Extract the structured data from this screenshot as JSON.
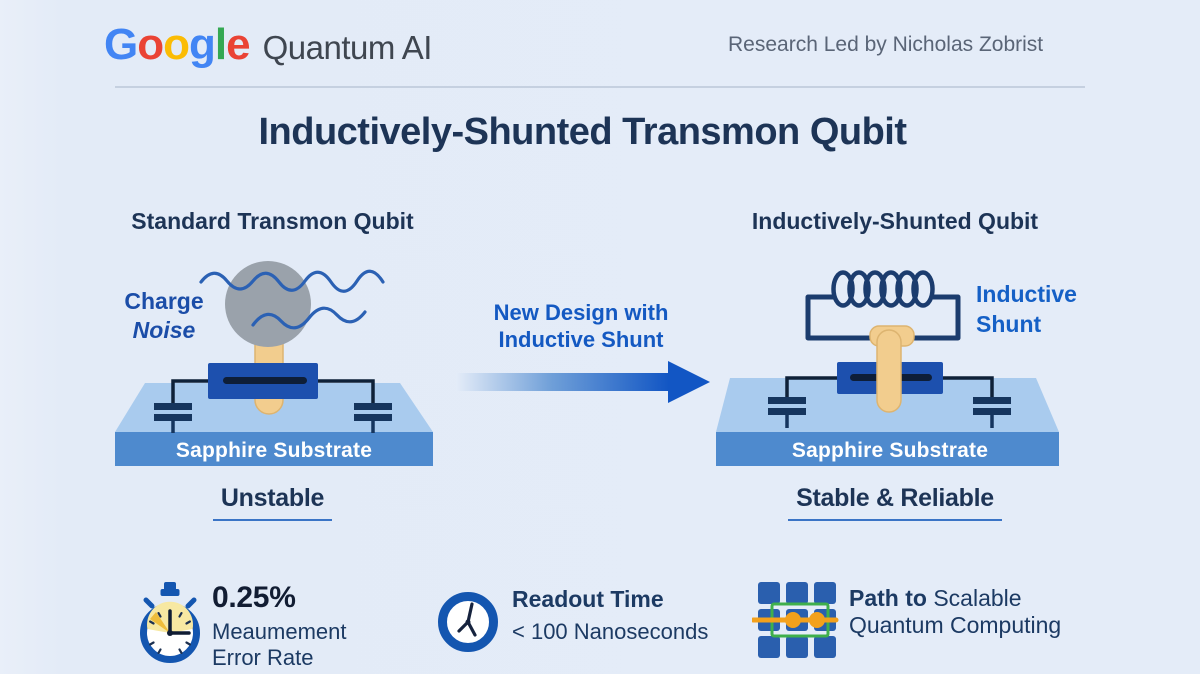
{
  "colors": {
    "background": "#e4ecf8",
    "navy_text": "#1d3456",
    "blue_label": "#1459c2",
    "google_blue": "#4285F4",
    "google_red": "#EA4335",
    "google_yellow": "#FBBC05",
    "google_green": "#34A853",
    "substrate_top": "#a9cbee",
    "substrate_front": "#4e8ace",
    "junction_blue": "#1d50ae",
    "pad_tan": "#f2cd8e",
    "noise_gray": "#9aa2ab",
    "wire_dark": "#0e2138",
    "arrow_blue": "#1256c4",
    "icon_blue": "#1456b0",
    "accent_yellow": "#f7e8a2",
    "chip_green": "#3faf4c",
    "chip_orange": "#f3a11c"
  },
  "header": {
    "logo_letters": [
      {
        "ch": "G",
        "color": "#4285F4"
      },
      {
        "ch": "o",
        "color": "#EA4335"
      },
      {
        "ch": "o",
        "color": "#FBBC05"
      },
      {
        "ch": "g",
        "color": "#4285F4"
      },
      {
        "ch": "l",
        "color": "#34A853"
      },
      {
        "ch": "e",
        "color": "#EA4335"
      }
    ],
    "logo_suffix": "Quantum AI",
    "byline": "Research Led by Nicholas Zobrist"
  },
  "title": "Inductively-Shunted Transmon Qubit",
  "left_panel": {
    "heading": "Standard Transmon Qubit",
    "noise_line1": "Charge",
    "noise_line2": "Noise",
    "substrate_label": "Sapphire Substrate",
    "status": "Unstable"
  },
  "transition": {
    "line1": "New Design with",
    "line2": "Inductive Shunt"
  },
  "right_panel": {
    "heading": "Inductively-Shunted Qubit",
    "shunt_line1": "Inductive",
    "shunt_line2": "Shunt",
    "substrate_label": "Sapphire Substrate",
    "status": "Stable & Reliable"
  },
  "stats": [
    {
      "icon": "stopwatch-icon",
      "value": "0.25%",
      "line1": "Meaumement",
      "line2": "Error Rate"
    },
    {
      "icon": "clock-icon",
      "line1": "Readout Time",
      "line2": "< 100 Nanoseconds"
    },
    {
      "icon": "quantum-chip-icon",
      "line1_bold": "Path to",
      "line1_rest": " Scalable",
      "line2": "Quantum Computing"
    }
  ]
}
